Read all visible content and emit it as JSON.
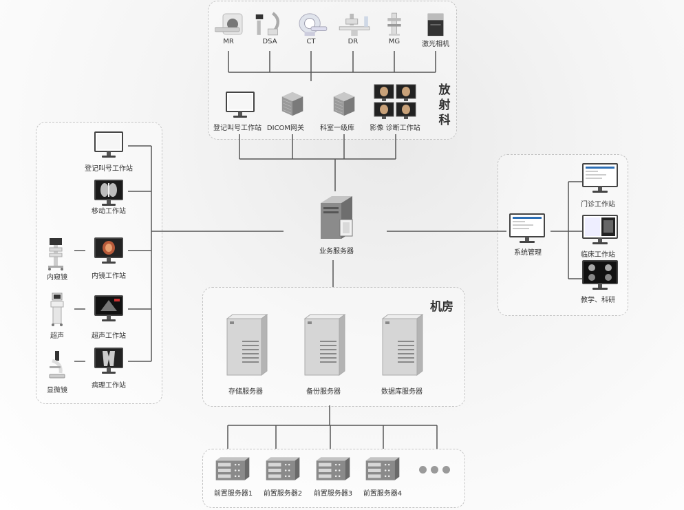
{
  "radiology": {
    "title": "放射科",
    "devices": [
      {
        "label": "MR",
        "icon": "mri-scanner-icon"
      },
      {
        "label": "DSA",
        "icon": "dsa-machine-icon"
      },
      {
        "label": "CT",
        "icon": "ct-scanner-icon"
      },
      {
        "label": "DR",
        "icon": "dr-machine-icon"
      },
      {
        "label": "MG",
        "icon": "mammography-icon"
      },
      {
        "label": "激光相机",
        "icon": "laser-camera-icon"
      }
    ],
    "stations": [
      {
        "label": "登记叫号工作站",
        "icon": "monitor-icon"
      },
      {
        "label": "DICOM网关",
        "icon": "server-cube-icon"
      },
      {
        "label": "科室一级库",
        "icon": "server-cube-icon"
      },
      {
        "label": "影像 诊断工作站",
        "icon": "multi-monitor-icon"
      }
    ]
  },
  "left_panel": {
    "stations": [
      {
        "label": "登记叫号工作站",
        "icon": "monitor-icon"
      },
      {
        "label": "移动工作站",
        "icon": "xray-monitor-icon"
      },
      {
        "label": "内镜工作站",
        "icon": "endoscope-monitor-icon"
      },
      {
        "label": "超声工作站",
        "icon": "ultrasound-monitor-icon"
      },
      {
        "label": "病理工作站",
        "icon": "pathology-monitor-icon"
      }
    ],
    "devices": [
      {
        "label": "内窥镜",
        "icon": "endoscope-cart-icon"
      },
      {
        "label": "超声",
        "icon": "ultrasound-machine-icon"
      },
      {
        "label": "显微镜",
        "icon": "microscope-icon"
      }
    ]
  },
  "center": {
    "label": "业务服务器",
    "icon": "server-tower-icon"
  },
  "right_panel": {
    "system": {
      "label": "系统管理",
      "icon": "monitor-icon"
    },
    "stations": [
      {
        "label": "门诊工作站",
        "icon": "monitor-icon"
      },
      {
        "label": "临床工作站",
        "icon": "monitor-icon"
      },
      {
        "label": "教学、科研",
        "icon": "monitor-icon"
      }
    ]
  },
  "machine_room": {
    "title": "机房",
    "servers": [
      {
        "label": "存储服务器",
        "icon": "server-tower-icon"
      },
      {
        "label": "备份服务器",
        "icon": "server-tower-icon"
      },
      {
        "label": "数据库服务器",
        "icon": "server-tower-icon"
      }
    ]
  },
  "front_servers": {
    "servers": [
      {
        "label": "前置服务器1",
        "icon": "rack-server-icon"
      },
      {
        "label": "前置服务器2",
        "icon": "rack-server-icon"
      },
      {
        "label": "前置服务器3",
        "icon": "rack-server-icon"
      },
      {
        "label": "前置服务器4",
        "icon": "rack-server-icon"
      }
    ],
    "more_icon": "ellipsis-icon"
  }
}
